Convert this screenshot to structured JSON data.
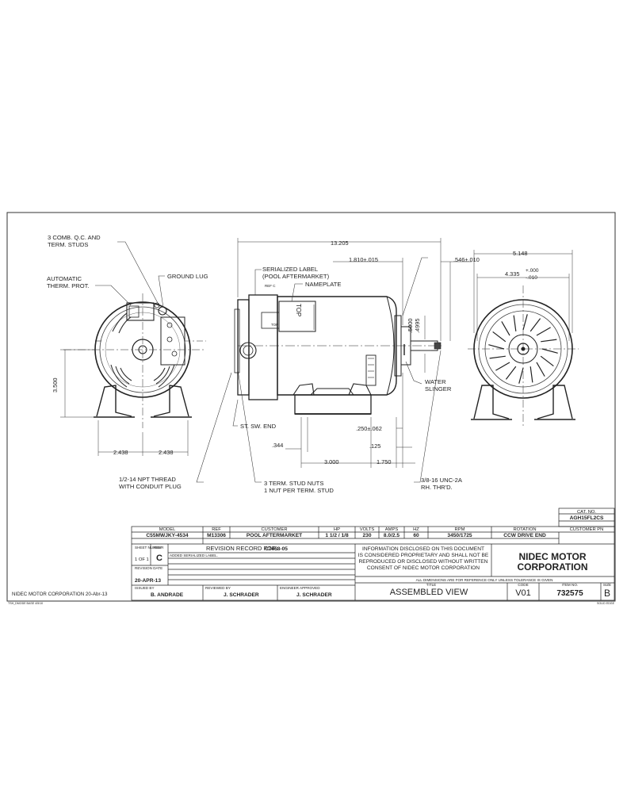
{
  "annotations": {
    "term_studs": [
      "3 COMB. Q.C. AND",
      "TERM. STUDS"
    ],
    "therm_prot": [
      "AUTOMATIC",
      "THERM. PROT."
    ],
    "ground_lug": "GROUND LUG",
    "serialized_label": [
      "SERIALIZED LABEL",
      "(POOL AFTERMARKET)"
    ],
    "nameplate": "NAMEPLATE",
    "ref_tag": "REF C",
    "top_small": "TOP",
    "top_big": "TOP",
    "water_slinger": [
      "WATER",
      "SLINGER"
    ],
    "st_sw_end": "ST. SW. END",
    "npt_thread": [
      "1/2-14 NPT THREAD",
      "WITH CONDUIT PLUG"
    ],
    "stud_nuts": [
      "3 TERM. STUD NUTS",
      "1 NUT PER TERM. STUD"
    ],
    "unc_thread": [
      "3/8-16 UNC-2A",
      "RH. THR'D."
    ]
  },
  "dimensions": {
    "overall_length": "13.205",
    "d_1810": "1.810±.015",
    "d_546": ".546±.010",
    "d_5148": "5.148",
    "d_4335": "4.335",
    "d_tol_plus": "+.000",
    "d_tol_minus": "-.010",
    "d_5000": ".5000",
    "d_4995": ".4995",
    "d_3500": "3.500",
    "d_2438_a": "2.438",
    "d_2438_b": "2.438",
    "d_250": ".250±.062",
    "d_344": ".344",
    "d_125": ".125",
    "d_3000": "3.000",
    "d_1750": "1.750"
  },
  "titleblock": {
    "cat_no_label": "CAT. NO.",
    "cat_no_value": "AGH15FL2CS",
    "customer_pn_label": "CUSTOMER PN",
    "headers": {
      "model": "MODEL",
      "ref": "REF",
      "customer": "CUSTOMER",
      "hp": "HP",
      "volts": "VOLTS",
      "amps": "AMPS",
      "hz": "HZ",
      "rpm": "RPM",
      "rotation": "ROTATION"
    },
    "values": {
      "model": "C55MWJKY-4534",
      "ref": "M13306",
      "customer": "POOL AFTERMARKET",
      "hp": "1 1/2 / 1/8",
      "volts": "230",
      "amps": "8.0/2.5",
      "hz": "60",
      "rpm": "3450/1725",
      "rotation": "CCW DRIVE END"
    },
    "sheet_label": "SHEET NUMBER",
    "sheet_value": "1 OF 1",
    "rev_label": "REV",
    "rev_value": "C",
    "revision_record_label": "REVISION RECORD FOR:",
    "revision_record_value": "C7458-05",
    "revision_line": "ADDED SERIALIZED LABEL.",
    "revision_date_label": "REVISION DATE",
    "revision_date_value": "20-APR-13",
    "issued_by_label": "ISSUED BY",
    "issued_by_value": "B. ANDRADE",
    "reviewed_by_label": "REVIEWED BY",
    "reviewed_by_value": "J. SCHRADER",
    "engineer_label": "ENGINEER APPROVED",
    "engineer_value": "J. SCHRADER",
    "info": [
      "INFORMATION DISCLOSED ON THIS DOCUMENT",
      "IS CONSIDERED PROPRIETARY AND SHALL NOT BE",
      "REPRODUCED OR DISCLOSED WITHOUT WRITTEN",
      "CONSENT OF NIDEC MOTOR CORPORATION"
    ],
    "company": [
      "NIDEC MOTOR",
      "CORPORATION"
    ],
    "tolerance_note": "ALL DIMENSIONS ARE FOR REFERENCE ONLY UNLESS TOLERANCE IS GIVEN",
    "title_label": "TITLE",
    "title_value": "ASSEMBLED VIEW",
    "code_label": "CODE",
    "code_value": "V01",
    "item_label": "ITEM NO.",
    "item_value": "732575",
    "size_label": "SIZE",
    "size_value": "B",
    "footer_company": "NIDEC MOTOR CORPORATION 20-Abr-13",
    "footer_left_code": "TSH_DMODE BASE 4/5/10",
    "footer_right_code": "SOLID EDGE"
  }
}
